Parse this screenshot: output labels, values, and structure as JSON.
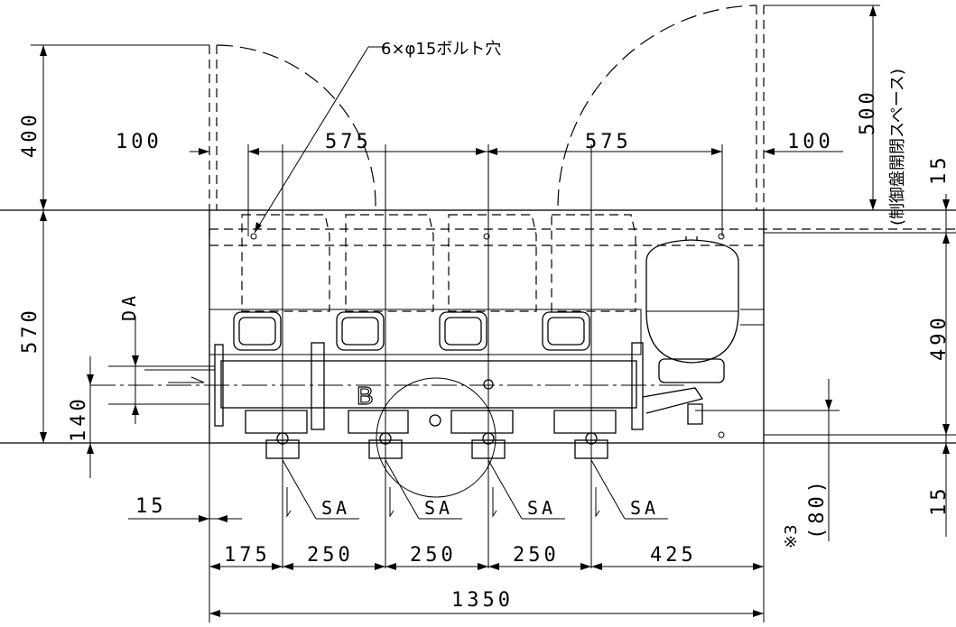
{
  "drawing": {
    "bolt_note": "6×φ15ボルト穴",
    "panel_note": "(制御盤開閉スペース)",
    "dim_top_400": "400",
    "dim_left_570": "570",
    "dim_left_140": "140",
    "dim_da": "DA",
    "dim_100_left": "100",
    "dim_575_left": "575",
    "dim_575_right": "575",
    "dim_100_right": "100",
    "dim_500": "500",
    "dim_15_top": "15",
    "dim_490": "490",
    "dim_15_bottom_right": "15",
    "dim_15_left": "15",
    "dim_80": "(80)",
    "note_3": "※3",
    "sa_labels": [
      "SA",
      "SA",
      "SA",
      "SA"
    ],
    "dim_175": "175",
    "dim_250_a": "250",
    "dim_250_b": "250",
    "dim_250_c": "250",
    "dim_425": "425",
    "dim_1350": "1350",
    "view_label": "B"
  }
}
